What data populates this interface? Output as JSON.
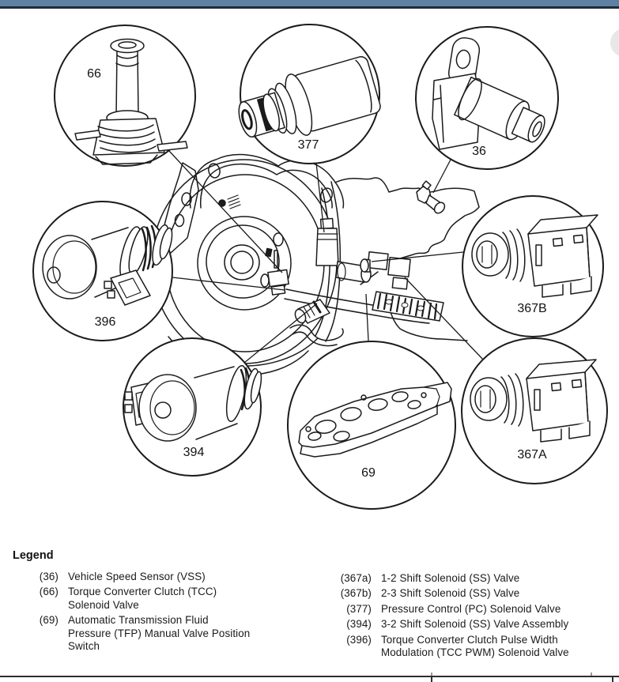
{
  "page": {
    "background": "#ffffff",
    "top_bar_color": "#5e80a3",
    "line_color": "#1b1b1b"
  },
  "diagram": {
    "description": "Automatic transmission exploded view with electrical component callouts",
    "callouts": [
      {
        "id": "66",
        "label": "66"
      },
      {
        "id": "377",
        "label": "377"
      },
      {
        "id": "36",
        "label": "36"
      },
      {
        "id": "396",
        "label": "396"
      },
      {
        "id": "367B",
        "label": "367B"
      },
      {
        "id": "394",
        "label": "394"
      },
      {
        "id": "69",
        "label": "69"
      },
      {
        "id": "367A",
        "label": "367A"
      }
    ]
  },
  "legend": {
    "title": "Legend",
    "left": [
      {
        "ref": "(36)",
        "lines": [
          "Vehicle Speed Sensor (VSS)"
        ]
      },
      {
        "ref": "(66)",
        "lines": [
          "Torque Converter Clutch (TCC)",
          "Solenoid Valve"
        ]
      },
      {
        "ref": "(69)",
        "lines": [
          "Automatic Transmission Fluid",
          "Pressure (TFP) Manual Valve Position",
          "Switch"
        ]
      }
    ],
    "right": [
      {
        "ref": "(367a)",
        "lines": [
          "1-2 Shift Solenoid (SS) Valve"
        ]
      },
      {
        "ref": "(367b)",
        "lines": [
          "2-3 Shift Solenoid (SS) Valve"
        ]
      },
      {
        "ref": "(377)",
        "lines": [
          "Pressure Control (PC) Solenoid Valve"
        ]
      },
      {
        "ref": "(394)",
        "lines": [
          "3-2 Shift Solenoid (SS) Valve Assembly"
        ]
      },
      {
        "ref": "(396)",
        "lines": [
          "Torque Converter Clutch Pulse Width",
          "Modulation (TCC PWM) Solenoid Valve"
        ]
      }
    ]
  }
}
